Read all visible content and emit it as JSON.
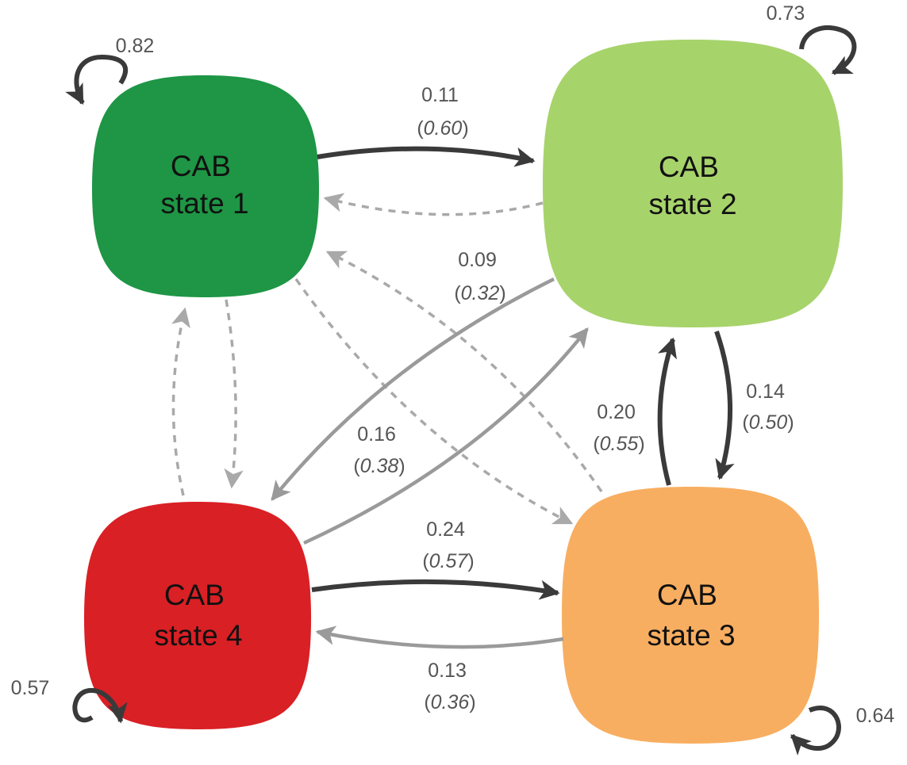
{
  "colors": {
    "state1": "#1e9645",
    "state2": "#a7d36b",
    "state3": "#f8ae60",
    "state4": "#d92025",
    "dark_arrow": "#3a3a3a",
    "mid_arrow": "#9a9a9a",
    "light_arrow": "#a9a9a9",
    "label_text": "#555555",
    "state_text": "#111111"
  },
  "states": [
    {
      "id": "s1",
      "line1": "CAB",
      "line2": "state 1",
      "color_key": "state1"
    },
    {
      "id": "s2",
      "line1": "CAB",
      "line2": "state 2",
      "color_key": "state2"
    },
    {
      "id": "s3",
      "line1": "CAB",
      "line2": "state 3",
      "color_key": "state3"
    },
    {
      "id": "s4",
      "line1": "CAB",
      "line2": "state 4",
      "color_key": "state4"
    }
  ],
  "self_loops": {
    "s1": "0.82",
    "s2": "0.73",
    "s3": "0.64",
    "s4": "0.57"
  },
  "transitions": {
    "s1_s2": {
      "p": "0.11",
      "q": "0.60"
    },
    "s2_s4": {
      "p": "0.09",
      "q": "0.32"
    },
    "s4_s2": {
      "p": "0.16",
      "q": "0.38"
    },
    "s2_s3": {
      "p": "0.14",
      "q": "0.50"
    },
    "s3_s2": {
      "p": "0.20",
      "q": "0.55"
    },
    "s4_s3": {
      "p": "0.24",
      "q": "0.57"
    },
    "s3_s4": {
      "p": "0.13",
      "q": "0.36"
    }
  },
  "paren_open": "(",
  "paren_close": ")"
}
